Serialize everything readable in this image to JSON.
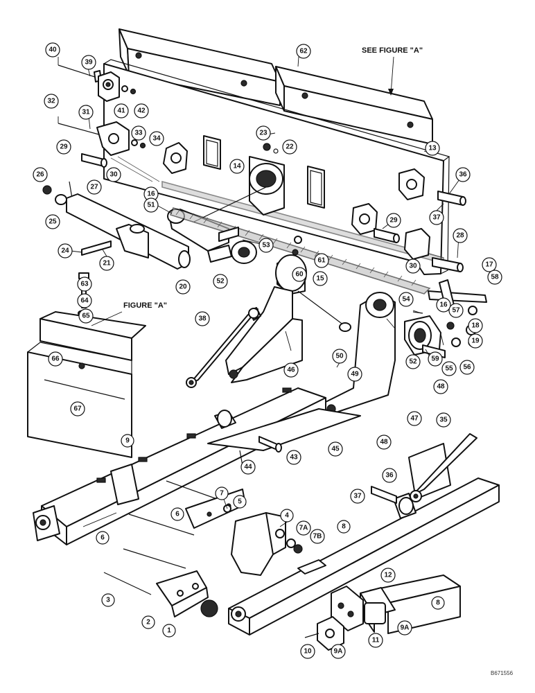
{
  "notes": {
    "see_figure": "SEE FIGURE \"A\"",
    "figure_a": "FIGURE \"A\"",
    "drawing_code": "B671556"
  },
  "callouts": [
    {
      "id": "c40",
      "label": "40"
    },
    {
      "id": "c39",
      "label": "39"
    },
    {
      "id": "c62",
      "label": "62"
    },
    {
      "id": "c41",
      "label": "41"
    },
    {
      "id": "c42",
      "label": "42"
    },
    {
      "id": "c32",
      "label": "32"
    },
    {
      "id": "c31",
      "label": "31"
    },
    {
      "id": "c33",
      "label": "33"
    },
    {
      "id": "c34",
      "label": "34"
    },
    {
      "id": "c23",
      "label": "23"
    },
    {
      "id": "c22",
      "label": "22"
    },
    {
      "id": "c13",
      "label": "13"
    },
    {
      "id": "c29a",
      "label": "29"
    },
    {
      "id": "c30a",
      "label": "30"
    },
    {
      "id": "c14",
      "label": "14"
    },
    {
      "id": "c16a",
      "label": "16"
    },
    {
      "id": "c36a",
      "label": "36"
    },
    {
      "id": "c26",
      "label": "26"
    },
    {
      "id": "c27",
      "label": "27"
    },
    {
      "id": "c37a",
      "label": "37"
    },
    {
      "id": "c25",
      "label": "25"
    },
    {
      "id": "c51",
      "label": "51"
    },
    {
      "id": "c29b",
      "label": "29"
    },
    {
      "id": "c28",
      "label": "28"
    },
    {
      "id": "c53",
      "label": "53"
    },
    {
      "id": "c24",
      "label": "24"
    },
    {
      "id": "c21",
      "label": "21"
    },
    {
      "id": "c61",
      "label": "61"
    },
    {
      "id": "c30b",
      "label": "30"
    },
    {
      "id": "c17",
      "label": "17"
    },
    {
      "id": "c20",
      "label": "20"
    },
    {
      "id": "c52a",
      "label": "52"
    },
    {
      "id": "c60",
      "label": "60"
    },
    {
      "id": "c15",
      "label": "15"
    },
    {
      "id": "c58",
      "label": "58"
    },
    {
      "id": "c63",
      "label": "63"
    },
    {
      "id": "c54",
      "label": "54"
    },
    {
      "id": "c16b",
      "label": "16"
    },
    {
      "id": "c64",
      "label": "64"
    },
    {
      "id": "c57",
      "label": "57"
    },
    {
      "id": "c18",
      "label": "18"
    },
    {
      "id": "c65",
      "label": "65"
    },
    {
      "id": "c38",
      "label": "38"
    },
    {
      "id": "c19",
      "label": "19"
    },
    {
      "id": "c59",
      "label": "59"
    },
    {
      "id": "c52b",
      "label": "52"
    },
    {
      "id": "c55",
      "label": "55"
    },
    {
      "id": "c56",
      "label": "56"
    },
    {
      "id": "c50",
      "label": "50"
    },
    {
      "id": "c46",
      "label": "46"
    },
    {
      "id": "c49",
      "label": "49"
    },
    {
      "id": "c66",
      "label": "66"
    },
    {
      "id": "c48a",
      "label": "48"
    },
    {
      "id": "c67",
      "label": "67"
    },
    {
      "id": "c47",
      "label": "47"
    },
    {
      "id": "c48b",
      "label": "48"
    },
    {
      "id": "c35",
      "label": "35"
    },
    {
      "id": "c45",
      "label": "45"
    },
    {
      "id": "c9",
      "label": "9"
    },
    {
      "id": "c43",
      "label": "43"
    },
    {
      "id": "c44",
      "label": "44"
    },
    {
      "id": "c36b",
      "label": "36"
    },
    {
      "id": "c7",
      "label": "7"
    },
    {
      "id": "c5",
      "label": "5"
    },
    {
      "id": "c37b",
      "label": "37"
    },
    {
      "id": "c6a",
      "label": "6"
    },
    {
      "id": "c4",
      "label": "4"
    },
    {
      "id": "c8a",
      "label": "8"
    },
    {
      "id": "c7a",
      "label": "7A"
    },
    {
      "id": "c7b",
      "label": "7B"
    },
    {
      "id": "c6b",
      "label": "6"
    },
    {
      "id": "c12",
      "label": "12"
    },
    {
      "id": "c3",
      "label": "3"
    },
    {
      "id": "c8b",
      "label": "8"
    },
    {
      "id": "c2",
      "label": "2"
    },
    {
      "id": "c1",
      "label": "1"
    },
    {
      "id": "c9a1",
      "label": "9A"
    },
    {
      "id": "c11",
      "label": "11"
    },
    {
      "id": "c10",
      "label": "10"
    },
    {
      "id": "c9a2",
      "label": "9A"
    }
  ]
}
